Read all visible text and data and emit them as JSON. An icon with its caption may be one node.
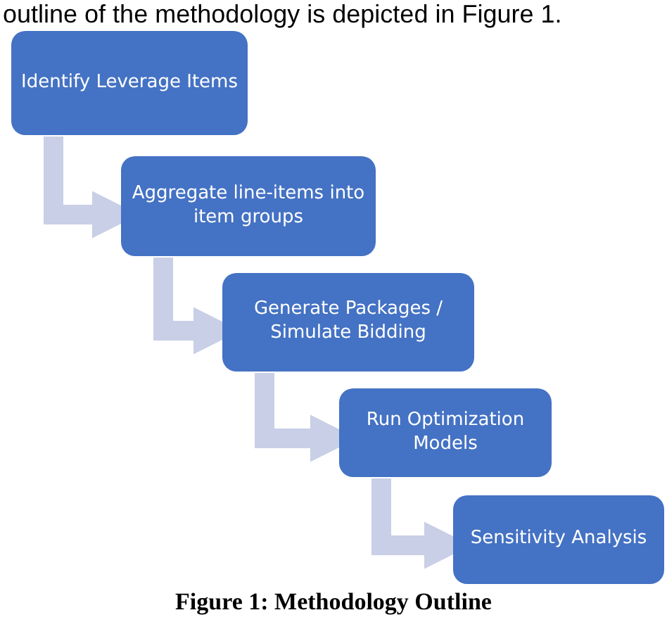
{
  "diagram": {
    "caption": "Figure 1: Methodology Outline",
    "nodes": [
      {
        "text": [
          "Identify Leverage Items"
        ]
      },
      {
        "text": [
          "Aggregate line-items into item groups"
        ]
      },
      {
        "text": [
          "Generate Packages / Simulate Bidding"
        ]
      },
      {
        "text": [
          "Run Optimization Models"
        ]
      },
      {
        "text": [
          "Sensitivity Analysis"
        ]
      }
    ],
    "edges": [
      {
        "from": 0,
        "to": 1,
        "arrow": "to"
      },
      {
        "from": 1,
        "to": 2,
        "arrow": "to"
      },
      {
        "from": 2,
        "to": 3,
        "arrow": "to"
      },
      {
        "from": 3,
        "to": 4,
        "arrow": "to"
      }
    ],
    "labels": [
      "outline of the methodology is depicted in Figure 1."
    ]
  }
}
